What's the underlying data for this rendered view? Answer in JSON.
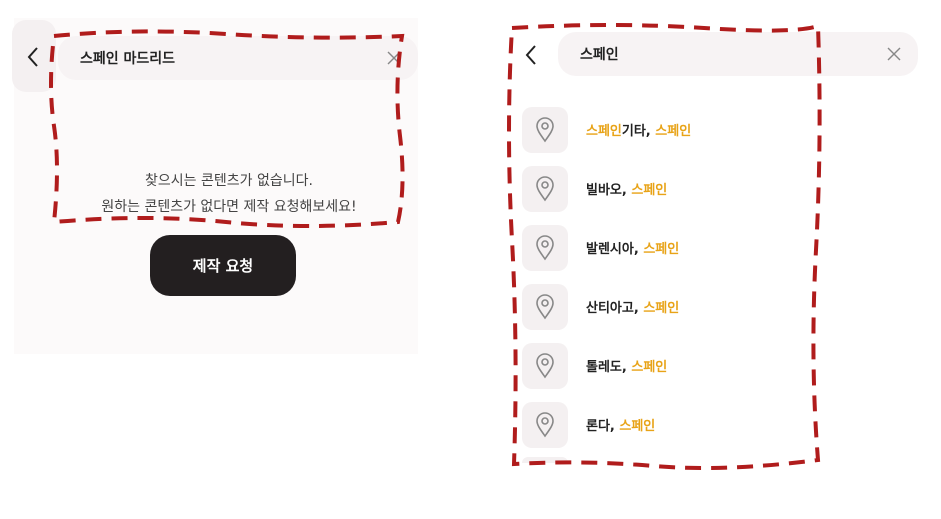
{
  "left": {
    "search": {
      "value": "스페인 마드리드"
    },
    "empty_message": {
      "line1": "찾으시는 콘텐츠가 없습니다.",
      "line2": "원하는 콘텐츠가 없다면 제작 요청해보세요!"
    },
    "request_button": {
      "label": "제작 요청"
    }
  },
  "right": {
    "search": {
      "value": "스페인"
    },
    "results": [
      {
        "city": "",
        "highlight": "스페인",
        "suffix": "기타, ",
        "country": "스페인"
      },
      {
        "city": "빌바오, ",
        "highlight": "",
        "suffix": "",
        "country": "스페인"
      },
      {
        "city": "발렌시아, ",
        "highlight": "",
        "suffix": "",
        "country": "스페인"
      },
      {
        "city": "산티아고, ",
        "highlight": "",
        "suffix": "",
        "country": "스페인"
      },
      {
        "city": "톨레도, ",
        "highlight": "",
        "suffix": "",
        "country": "스페인"
      },
      {
        "city": "론다, ",
        "highlight": "",
        "suffix": "",
        "country": "스페인"
      }
    ]
  },
  "colors": {
    "highlight": "#e8a317",
    "annotation_dash": "#b01c1c",
    "button_bg": "#231f20",
    "search_bg": "#f7f3f4"
  },
  "icons": [
    "back-arrow-icon",
    "close-icon",
    "location-pin-icon"
  ]
}
